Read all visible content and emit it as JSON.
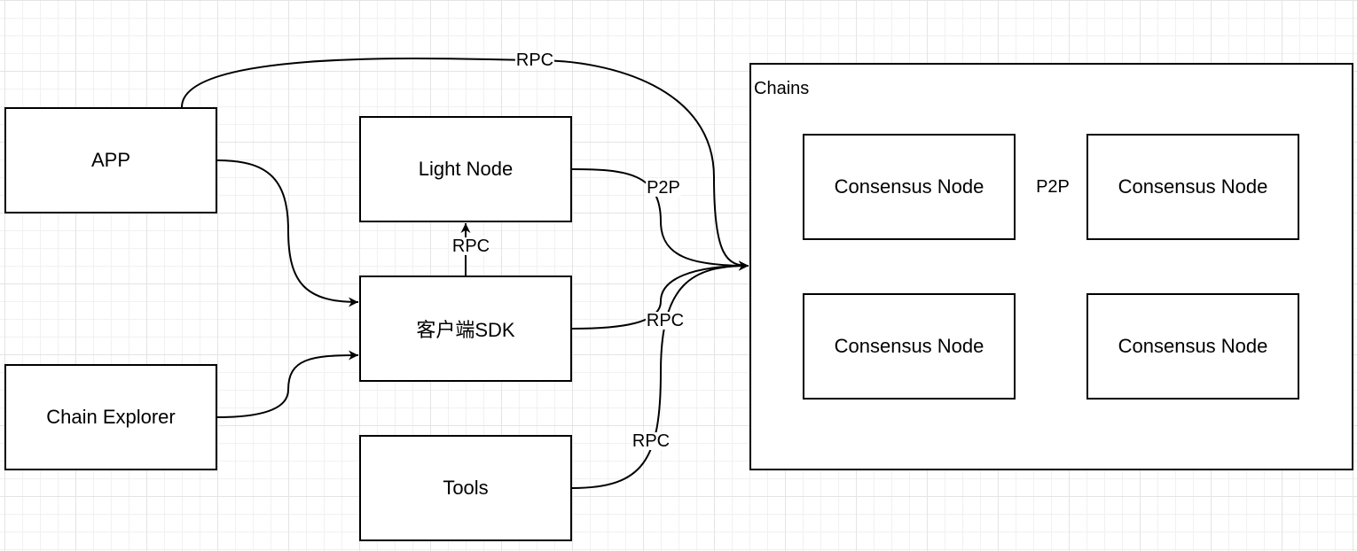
{
  "nodes": {
    "app": "APP",
    "chain_explorer": "Chain Explorer",
    "light_node": "Light Node",
    "client_sdk": "客户端SDK",
    "tools": "Tools",
    "consensus_tl": "Consensus Node",
    "consensus_tr": "Consensus Node",
    "consensus_bl": "Consensus Node",
    "consensus_br": "Consensus Node"
  },
  "container": {
    "title": "Chains"
  },
  "edge_labels": {
    "app_to_chains": "RPC",
    "sdk_to_light": "RPC",
    "light_to_chains": "P2P",
    "sdk_to_chains": "RPC",
    "tools_to_chains": "RPC",
    "consensus_top": "P2P"
  },
  "colors": {
    "stroke": "#000000",
    "background": "#ffffff",
    "grid": "#e4e4e4"
  }
}
